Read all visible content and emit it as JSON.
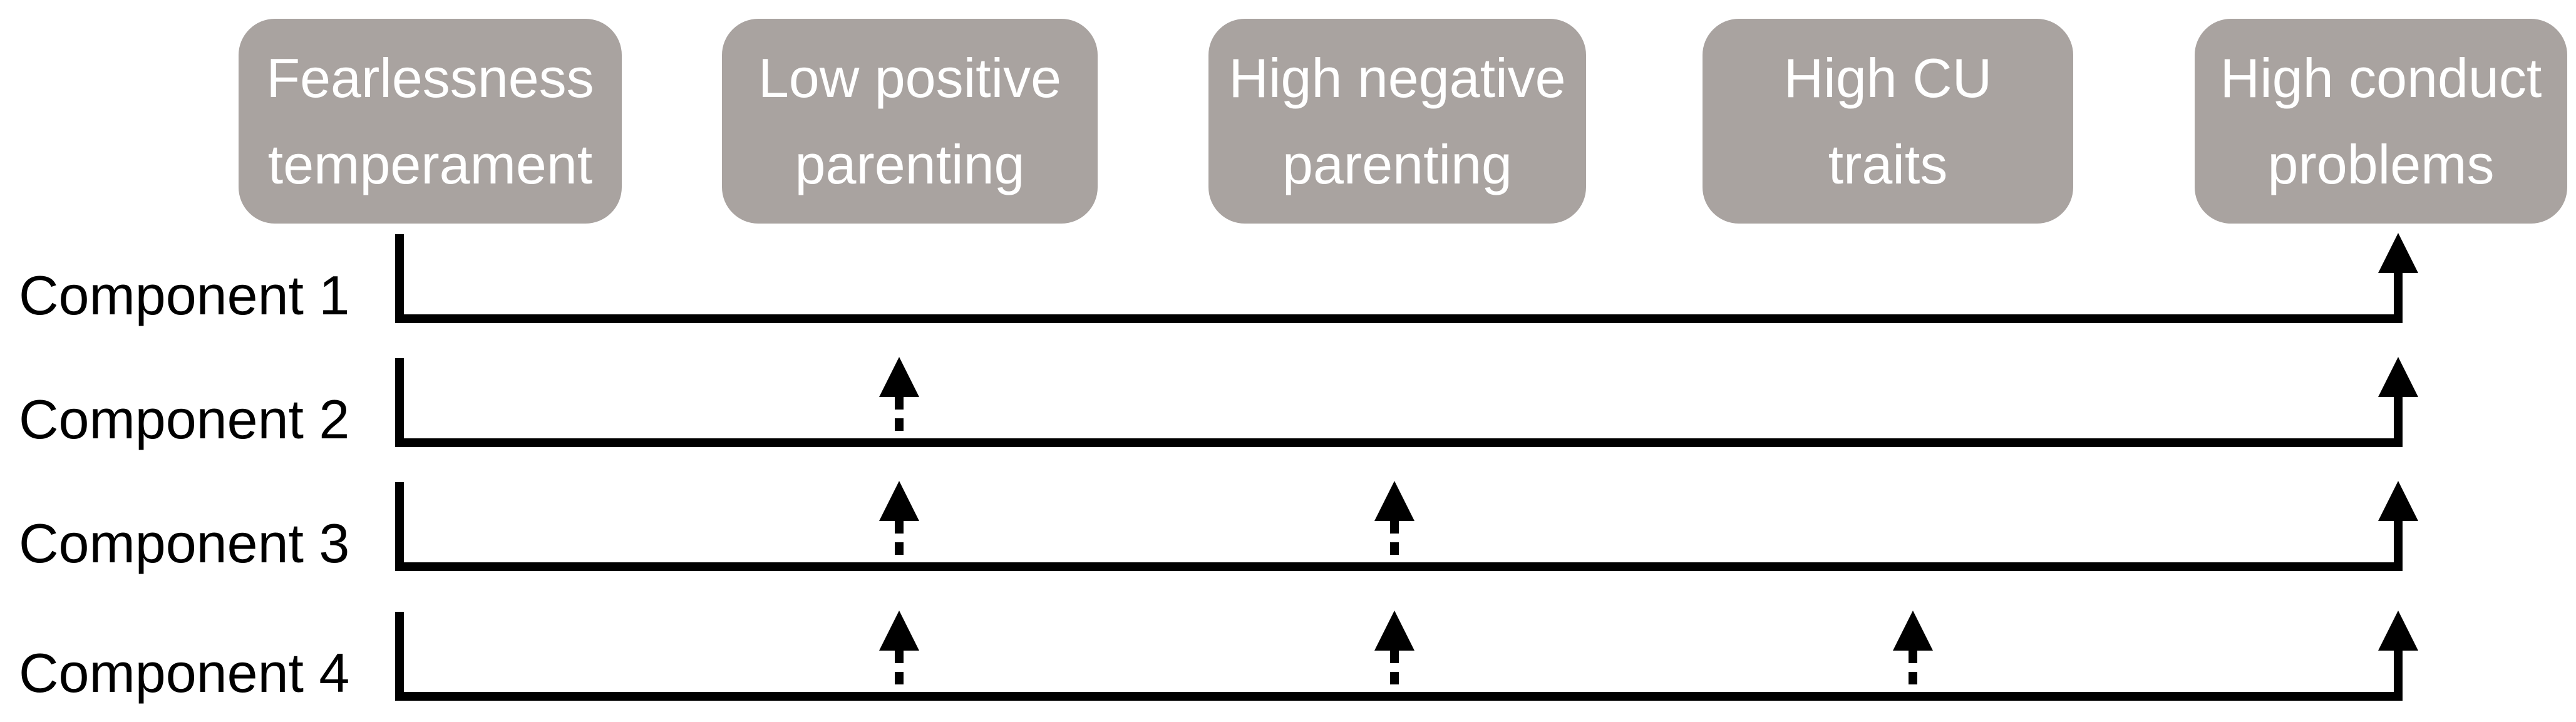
{
  "colors": {
    "background": "#ffffff",
    "box_fill": "#a9a3a0",
    "box_text": "#ffffff",
    "line": "#000000",
    "label_text": "#000000"
  },
  "boxes": [
    {
      "label": "Fearlessness\ntemperament"
    },
    {
      "label": "Low positive\nparenting"
    },
    {
      "label": "High negative\nparenting"
    },
    {
      "label": "High CU\ntraits"
    },
    {
      "label": "High conduct\nproblems"
    }
  ],
  "components": [
    {
      "label": "Component 1",
      "origin": "Fearlessness temperament",
      "solid_arrow_to": "High conduct problems",
      "dashed_arrows_to": []
    },
    {
      "label": "Component 2",
      "origin": "Fearlessness temperament",
      "solid_arrow_to": "High conduct problems",
      "dashed_arrows_to": [
        "Low positive parenting"
      ]
    },
    {
      "label": "Component 3",
      "origin": "Fearlessness temperament",
      "solid_arrow_to": "High conduct problems",
      "dashed_arrows_to": [
        "Low positive parenting",
        "High negative parenting"
      ]
    },
    {
      "label": "Component 4",
      "origin": "Fearlessness temperament",
      "solid_arrow_to": "High conduct problems",
      "dashed_arrows_to": [
        "Low positive parenting",
        "High negative parenting",
        "High CU traits"
      ]
    }
  ]
}
